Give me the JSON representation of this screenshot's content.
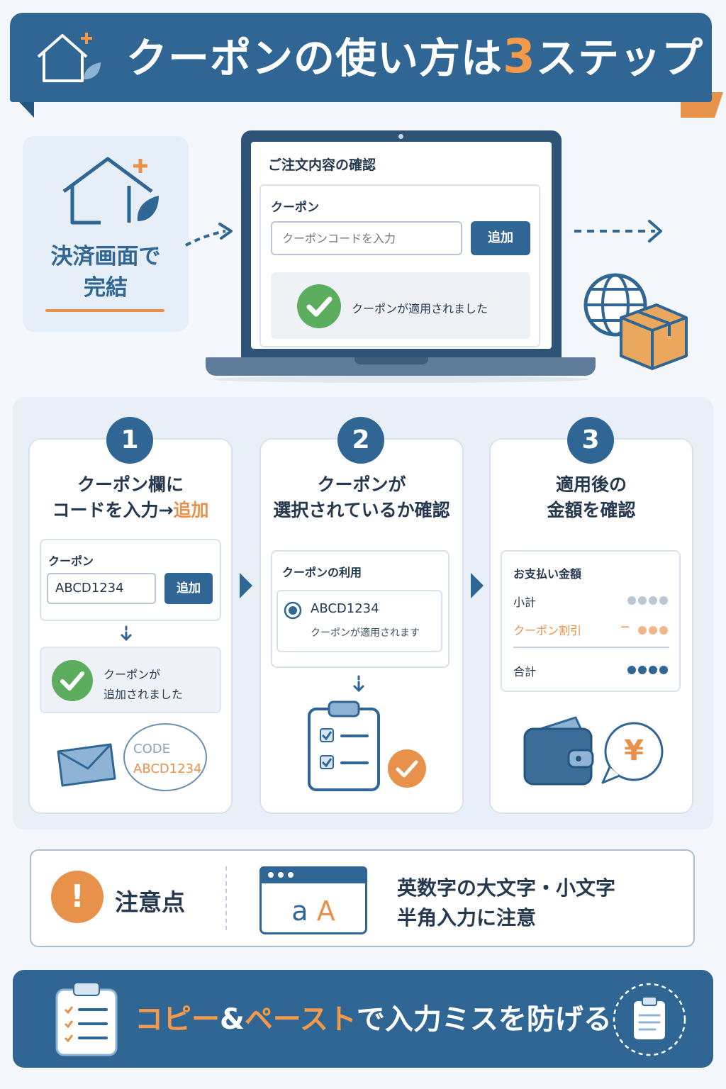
{
  "title": {
    "before": "クーポンの使い方は",
    "number": "3",
    "after": "ステップ"
  },
  "intro": {
    "line1": "決済画面で",
    "line2": "完結"
  },
  "checkout": {
    "heading": "ご注文内容の確認",
    "coupon_label": "クーポン",
    "input_placeholder": "クーポンコードを入力",
    "add_button": "追加",
    "applied_message": "クーポンが適用されました"
  },
  "steps": [
    {
      "number": "1",
      "title_line1": "クーポン欄に",
      "title_line2_a": "コードを入力→",
      "title_line2_b": "追加",
      "coupon_label": "クーポン",
      "input_value": "ABCD1234",
      "add_button": "追加",
      "added_line1": "クーポンが",
      "added_line2": "追加されました",
      "bubble_label": "CODE",
      "bubble_value": "ABCD1234"
    },
    {
      "number": "2",
      "title_line1": "クーポンが",
      "title_line2": "選択されているか確認",
      "box_label": "クーポンの利用",
      "option_code": "ABCD1234",
      "option_note": "クーポンが適用されます"
    },
    {
      "number": "3",
      "title_line1": "適用後の",
      "title_line2": "金額を確認",
      "box_label": "お支払い金額",
      "subtotal": "小計",
      "discount": "クーポン割引",
      "discount_sign": "−",
      "total": "合計",
      "yen": "¥"
    }
  ],
  "caution": {
    "mark": "!",
    "label": "注意点",
    "sample_lower": "a",
    "sample_upper": "A",
    "line1": "英数字の大文字・小文字",
    "line2": "半角入力に注意"
  },
  "footer": {
    "hl1": "コピー",
    "amp": "&",
    "hl2": "ペースト",
    "rest": "で入力ミスを防げる"
  },
  "colors": {
    "primary": "#2f6694",
    "accent": "#e8914a",
    "success": "#5cae5e",
    "background": "#f4f7fb"
  }
}
